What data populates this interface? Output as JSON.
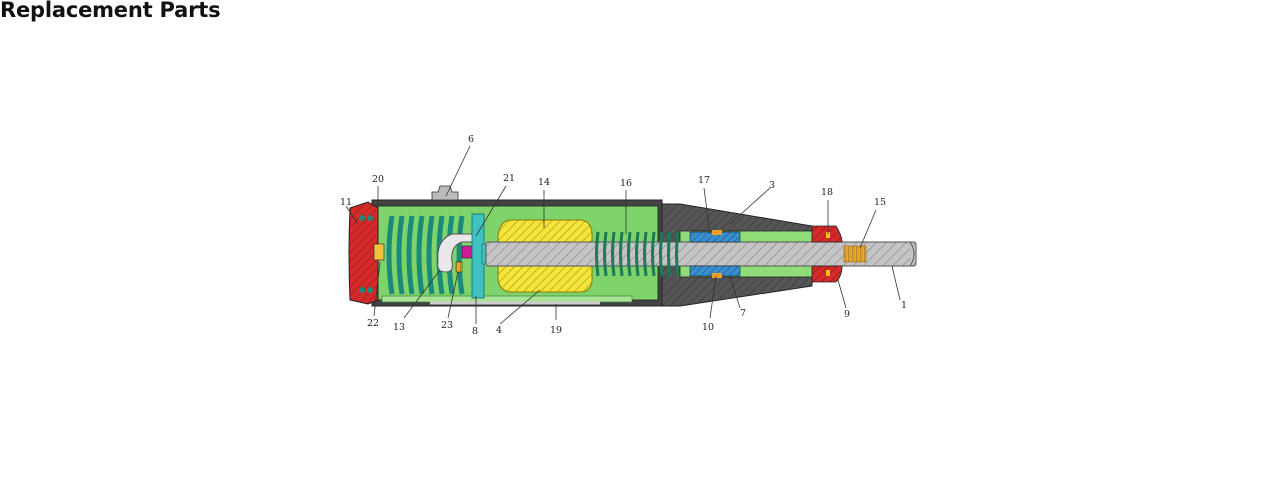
{
  "page": {
    "title": "Replacement Parts"
  },
  "diagram": {
    "description_colors": {
      "end_cap": "#d42a2a",
      "body": "#7ed36a",
      "spring": "#1a8a7a",
      "hammer": "#f2e23a",
      "plunger_rod": "#b8b8b8",
      "nose_cone": "#5a5a5a",
      "bushing": "#3a8fd0",
      "magenta_part": "#d41a9a",
      "orange_part": "#e0a020"
    },
    "callouts": [
      "1",
      "3",
      "4",
      "6",
      "7",
      "8",
      "9",
      "10",
      "11",
      "13",
      "14",
      "15",
      "16",
      "17",
      "18",
      "19",
      "20",
      "21",
      "22",
      "23"
    ]
  }
}
